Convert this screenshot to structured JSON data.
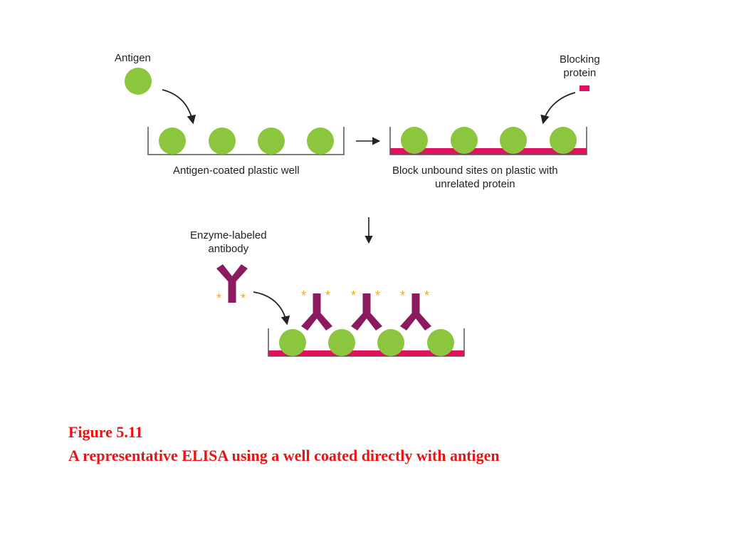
{
  "labels": {
    "antigen": "Antigen",
    "blocking_protein": [
      "Blocking",
      "protein"
    ],
    "antigen_coated_well": "Antigen-coated plastic well",
    "block_unbound": [
      "Block unbound sites on plastic with",
      "unrelated protein"
    ],
    "enzyme_labeled_antibody": [
      "Enzyme-labeled",
      "antibody"
    ]
  },
  "caption": {
    "figure_number": "Figure 5.11",
    "title": "A representative ELISA using a well coated directly with antigen"
  },
  "enzyme_marker": "*",
  "colors": {
    "antigen": "#8cc63f",
    "blocking_protein": "#e0115f",
    "antibody": "#8b1a5e",
    "enzyme": "#f5a623",
    "arrow": "#222222",
    "well": "#555555",
    "caption": "#ee1111"
  },
  "icons": {
    "antigen": "green-circle",
    "blocking_protein": "pink-rectangle",
    "antibody": "y-shape",
    "enzyme": "orange-asterisk"
  }
}
